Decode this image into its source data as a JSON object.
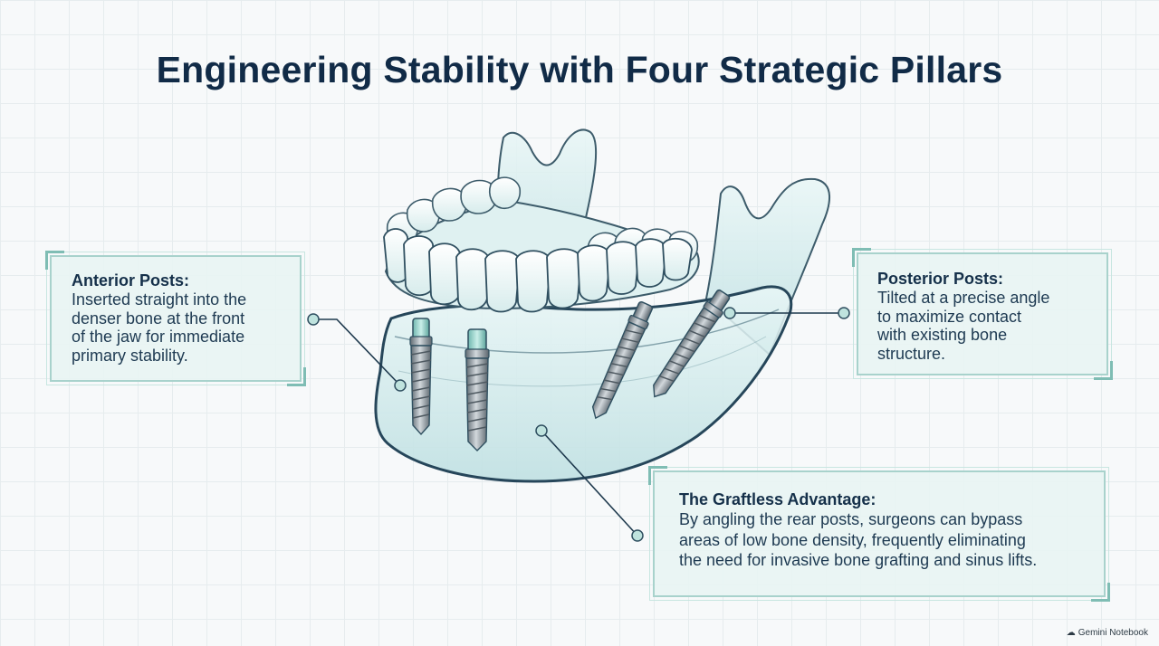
{
  "title": "Engineering Stability with Four Strategic Pillars",
  "callouts": {
    "anterior": {
      "heading": "Anterior Posts:",
      "lines": [
        "Inserted straight into the",
        "denser bone at the front",
        "of the jaw for immediate",
        "primary stability."
      ]
    },
    "posterior": {
      "heading": "Posterior Posts:",
      "lines": [
        "Tilted at a precise angle",
        "to maximize contact",
        "with existing bone",
        "structure."
      ]
    },
    "graftless": {
      "heading": "The Graftless Advantage:",
      "lines": [
        "By angling the rear posts, surgeons can bypass",
        "areas of low bone density, frequently eliminating",
        "the need for invasive bone grafting and sinus lifts."
      ]
    }
  },
  "brand": {
    "label": "Gemini Notebook",
    "icon": "gemini-notebook-icon"
  },
  "colors": {
    "title": "#112b47",
    "accent": "#7fbdb4",
    "bone": "#cfe9ea",
    "implant": "#9aa3aa",
    "abutment": "#8fd0c8"
  }
}
